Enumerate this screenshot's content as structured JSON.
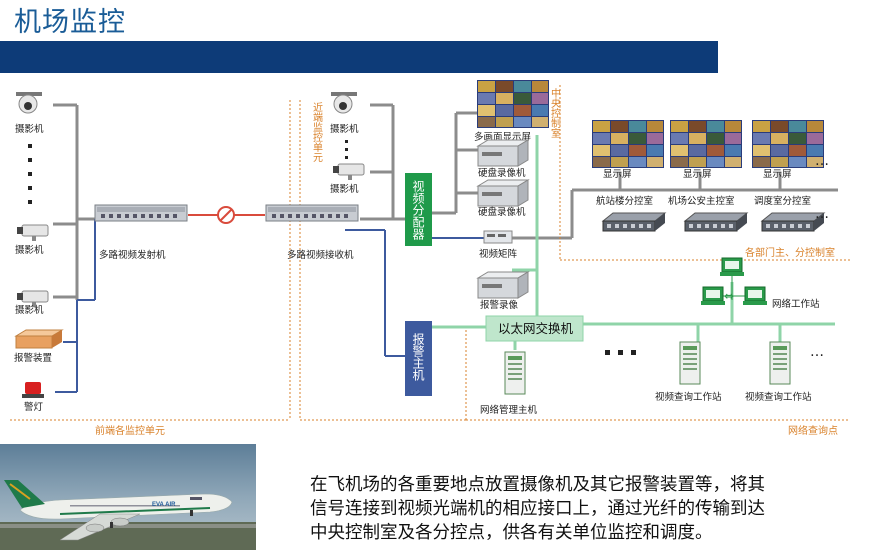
{
  "title": "机场监控",
  "labels": {
    "camera1": "摄影机",
    "camera2": "摄影机",
    "camera3": "摄影机",
    "alarm_device": "报警装置",
    "warning_light": "警灯",
    "front_units": "前端各监控单元",
    "transmitter": "多路视频发射机",
    "receiver": "多路视频接收机",
    "near_unit": "近端监控单元",
    "near_cam1": "摄影机",
    "near_cam2": "摄影机",
    "video_distributor": "视频分配器",
    "alarm_host": "报警主机",
    "multi_display": "多画面显示屏",
    "central_room": "中央控制室",
    "dvr1": "硬盘录像机",
    "dvr2": "硬盘录像机",
    "video_matrix": "视频矩阵",
    "alarm_recorder": "报警录像",
    "ethernet_switch": "以太网交换机",
    "net_mgmt_host": "网络管理主机",
    "display1": "显示屏",
    "display2": "显示屏",
    "display3": "显示屏",
    "terminal_room": "航站楼分控室",
    "police_room": "机场公安主控室",
    "dispatch_room": "调度室分控室",
    "dept_rooms": "各部门主、分控制室",
    "net_workstation": "网络工作站",
    "query_ws1": "视频查询工作站",
    "query_ws2": "视频查询工作站",
    "query_points": "网络查询点",
    "ellipsis": "…"
  },
  "description": [
    "在飞机场的各重要地点放置摄像机及其它报警装置等，将其",
    "信号连接到视频光端机的相应接口上，通过光纤的传输到达",
    "中央控制室及各分控点，供各有关单位监控和调度。"
  ],
  "photo_caption": "EVA AIR",
  "colors": {
    "title": "#1a5c97",
    "title_bar": "#0d3b78",
    "green_box": "#1f9a4a",
    "blue_box": "#3d5a9e",
    "green_line": "#8fd4a8",
    "orange": "#d9822b",
    "fiber": "#d94b3c"
  }
}
